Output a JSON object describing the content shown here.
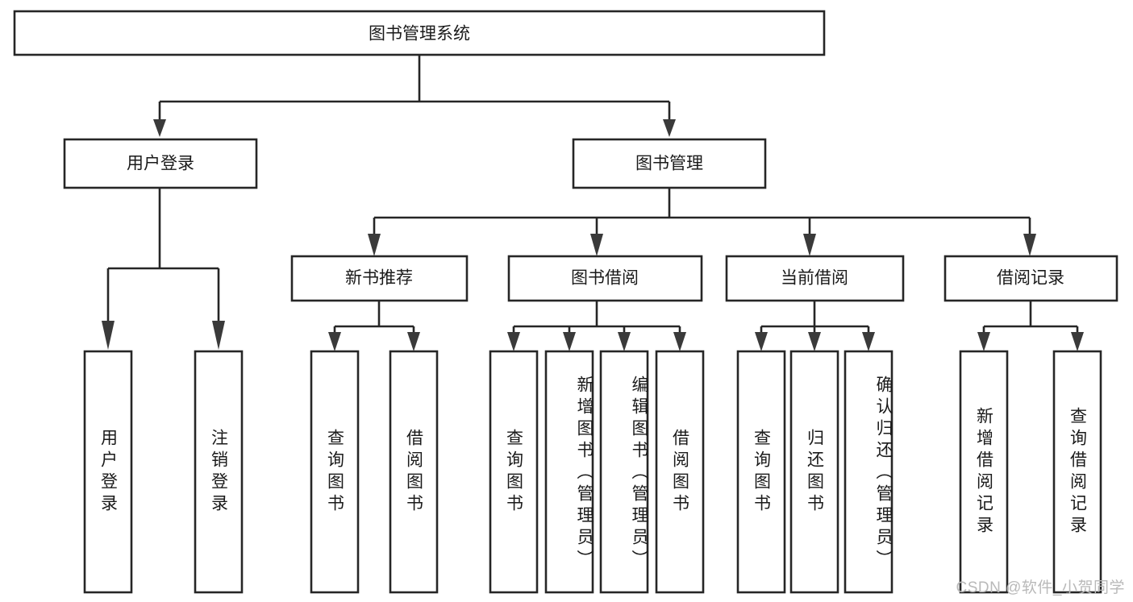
{
  "diagram": {
    "title": "图书管理系统",
    "type": "功能结构图",
    "watermark": "CSDN @软件_小贺同学",
    "colors": {
      "box_stroke": "#262626",
      "box_fill": "#ffffff",
      "connector": "#262626",
      "arrow": "#3a3a3a",
      "text": "#1a1a1a",
      "watermark": "#b9b9b9",
      "background": "#ffffff"
    },
    "root": {
      "label": "图书管理系统"
    },
    "level2": [
      {
        "label": "用户登录"
      },
      {
        "label": "图书管理"
      }
    ],
    "level3": [
      {
        "label": "新书推荐"
      },
      {
        "label": "图书借阅"
      },
      {
        "label": "当前借阅"
      },
      {
        "label": "借阅记录"
      }
    ],
    "leaves": {
      "user_login": [
        {
          "label": "用户登录"
        },
        {
          "label": "注销登录"
        }
      ],
      "new_book_recommend": [
        {
          "label": "查询图书"
        },
        {
          "label": "借阅图书"
        }
      ],
      "book_borrow": [
        {
          "label": "查询图书"
        },
        {
          "label": "新增图书（管理员）"
        },
        {
          "label": "编辑图书（管理员）"
        },
        {
          "label": "借阅图书"
        }
      ],
      "current_borrow": [
        {
          "label": "查询图书"
        },
        {
          "label": "归还图书"
        },
        {
          "label": "确认归还（管理员）"
        }
      ],
      "borrow_record": [
        {
          "label": "新增借阅记录"
        },
        {
          "label": "查询借阅记录"
        }
      ]
    }
  }
}
